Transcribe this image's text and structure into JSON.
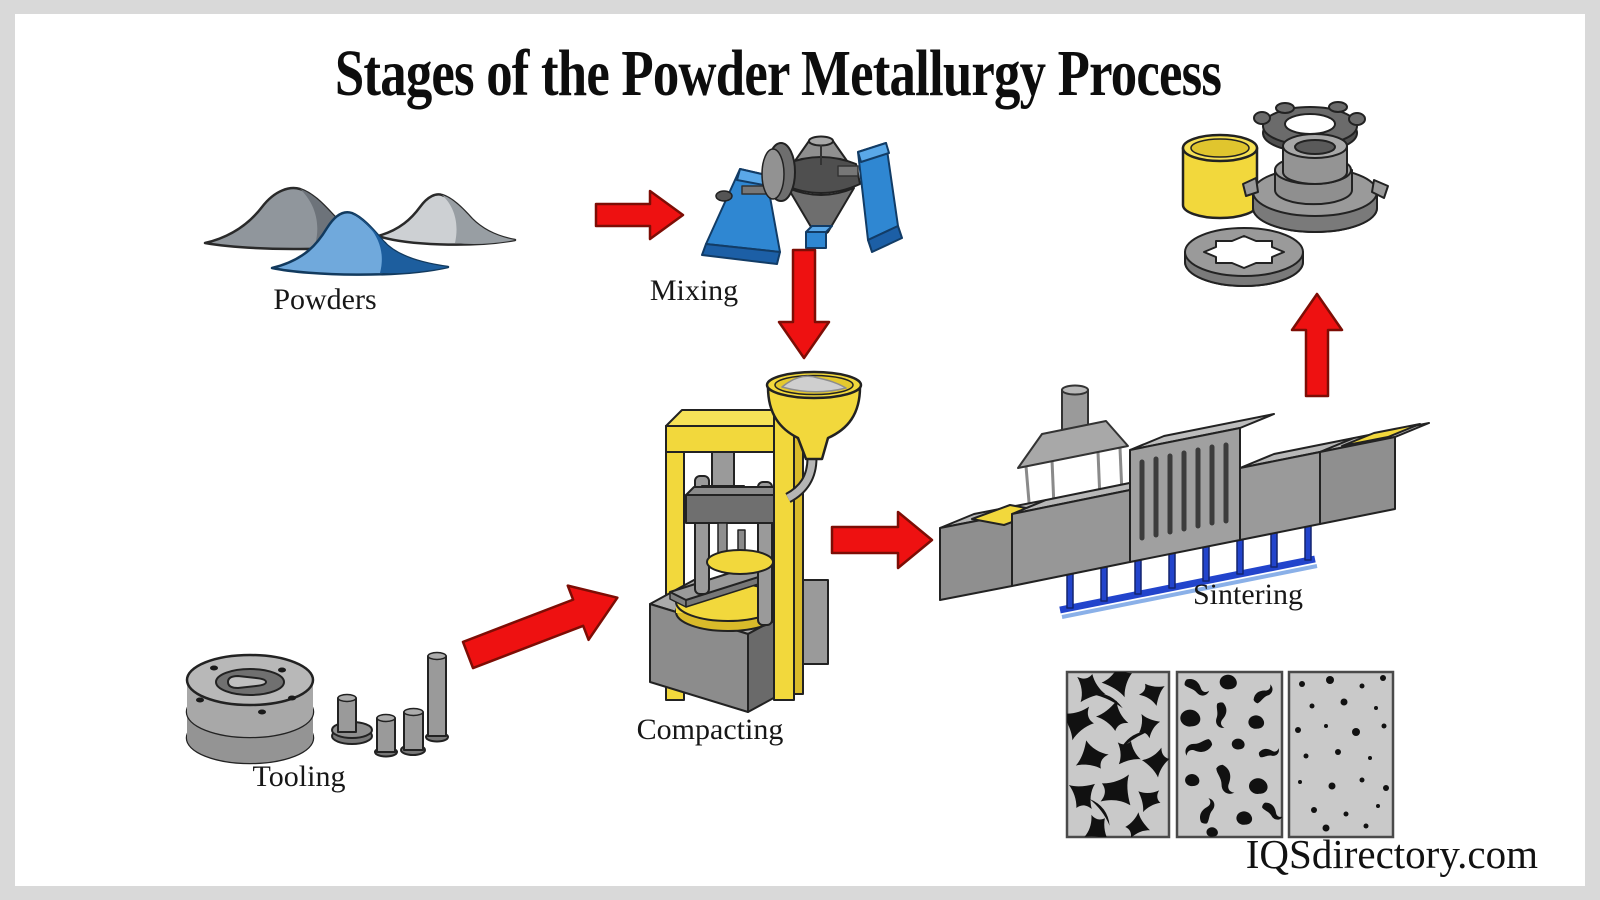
{
  "title": {
    "text": "Stages of the Powder Metallurgy Process"
  },
  "watermark": {
    "text": "IQSdirectory.com"
  },
  "stages": {
    "powders": {
      "label": "Powders"
    },
    "mixing": {
      "label": "Mixing"
    },
    "compacting": {
      "label": "Compacting"
    },
    "sintering": {
      "label": "Sintering"
    },
    "tooling": {
      "label": "Tooling"
    }
  },
  "process_flow": [
    {
      "from": "Powders",
      "to": "Mixing"
    },
    {
      "from": "Mixing",
      "to": "Compacting"
    },
    {
      "from": "Tooling",
      "to": "Compacting"
    },
    {
      "from": "Compacting",
      "to": "Sintering"
    },
    {
      "from": "Sintering",
      "to": "finished-parts"
    }
  ],
  "microstructure_panel_count": 3,
  "colors": {
    "arrow_red": "#ee1111",
    "arrow_outline": "#7d0d05",
    "machine_yellow": "#f2d83c",
    "yellow_shade": "#d9ba2a",
    "support_blue": "#2f87d2",
    "support_blue_dark": "#1c5fa6",
    "rail_blue": "#2244cc",
    "powder_blue_light": "#70a9dc",
    "powder_blue_dark": "#1d5e9e",
    "metal_light": "#b5b5b5",
    "metal_mid": "#8f8f8f",
    "metal_dark": "#555555",
    "micro_background": "#c9c9c9",
    "pore_black": "#111111",
    "frame_gray": "#d9d9d9",
    "canvas_white": "#ffffff"
  }
}
